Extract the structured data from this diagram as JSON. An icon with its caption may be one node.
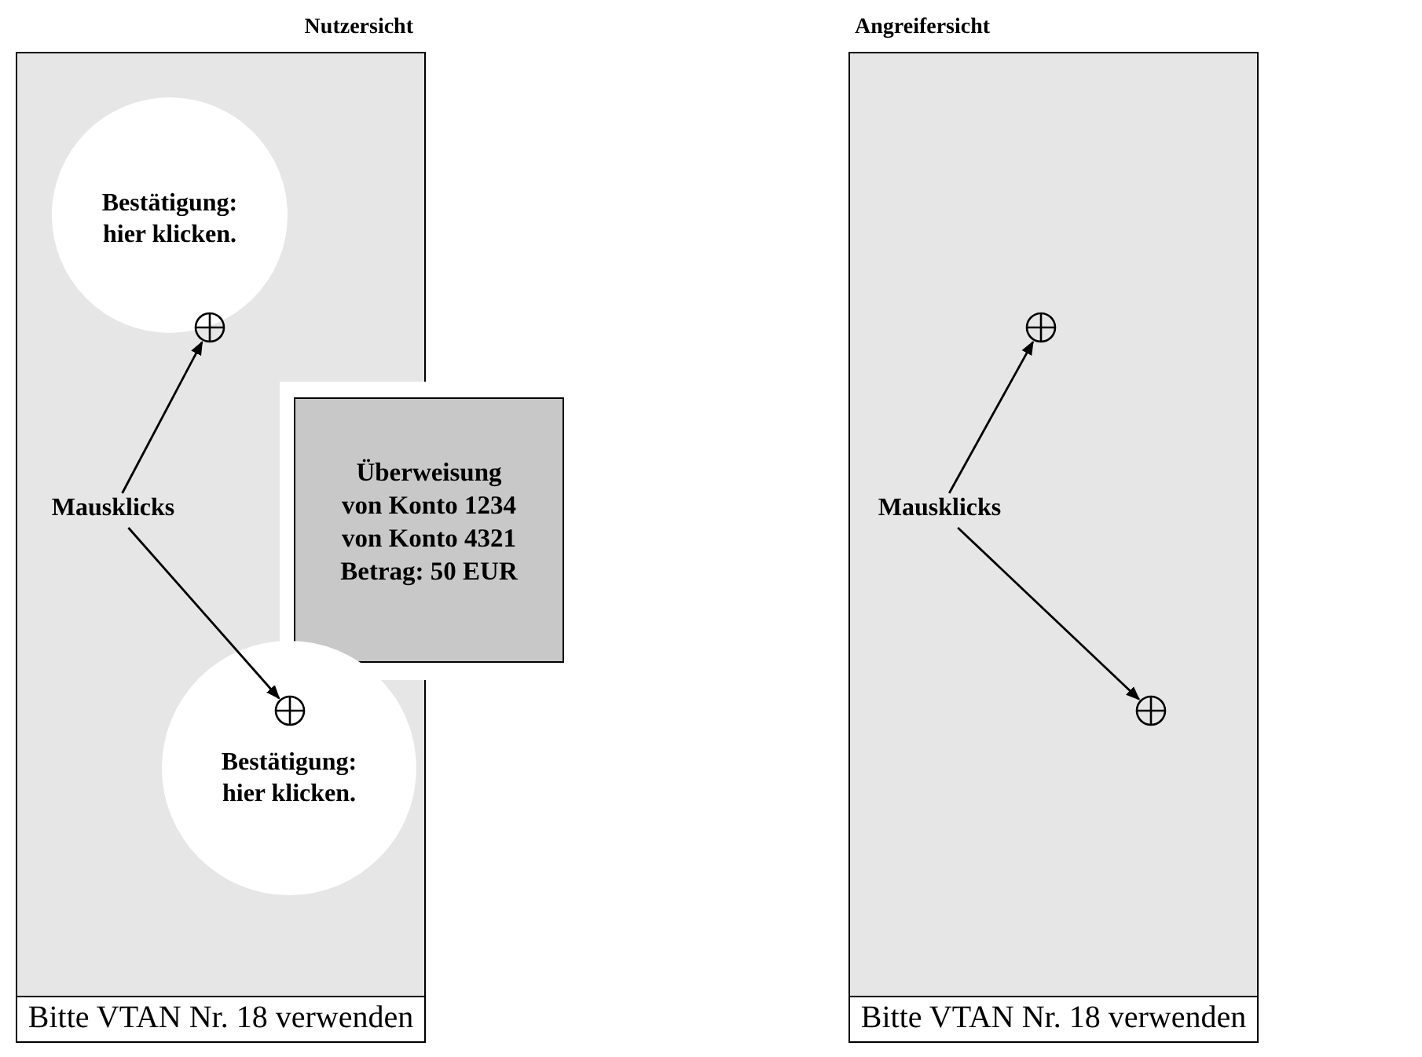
{
  "diagram": {
    "nodes": [
      {
        "text": [
          "Nutzersicht"
        ]
      },
      {
        "text": [
          "Bestätigung: hier klicken."
        ],
        "in": 0
      },
      {
        "text": [],
        "shape": "circle",
        "in": 1
      },
      {
        "text": [
          "Überweisung",
          "von Konto 1234",
          "von Konto 4321",
          "Betrag: 50 EUR"
        ]
      },
      {
        "text": [
          "Mausklicks"
        ],
        "in": 0
      },
      {
        "text": [
          "Bestätigung: hier klicken."
        ],
        "in": 0
      },
      {
        "text": [],
        "shape": "circle",
        "in": 5
      },
      {
        "text": [
          "Bitte VTAN Nr. 18 verwenden"
        ],
        "in": 0
      },
      {
        "text": [
          "Angreifersicht"
        ]
      },
      {
        "text": [],
        "shape": "circle",
        "in": 8
      },
      {
        "text": [
          "Mausklicks"
        ],
        "in": 8
      },
      {
        "text": [],
        "shape": "circle",
        "in": 8
      },
      {
        "text": [
          "Bitte VTAN Nr. 18 verwenden"
        ],
        "in": 8
      }
    ],
    "edges": [
      {
        "from": 4,
        "to": 2,
        "arrow": "to"
      },
      {
        "from": 4,
        "to": 6,
        "arrow": "to"
      },
      {
        "from": 10,
        "to": 9,
        "arrow": "to"
      },
      {
        "from": 10,
        "to": 11,
        "arrow": "to"
      }
    ]
  }
}
